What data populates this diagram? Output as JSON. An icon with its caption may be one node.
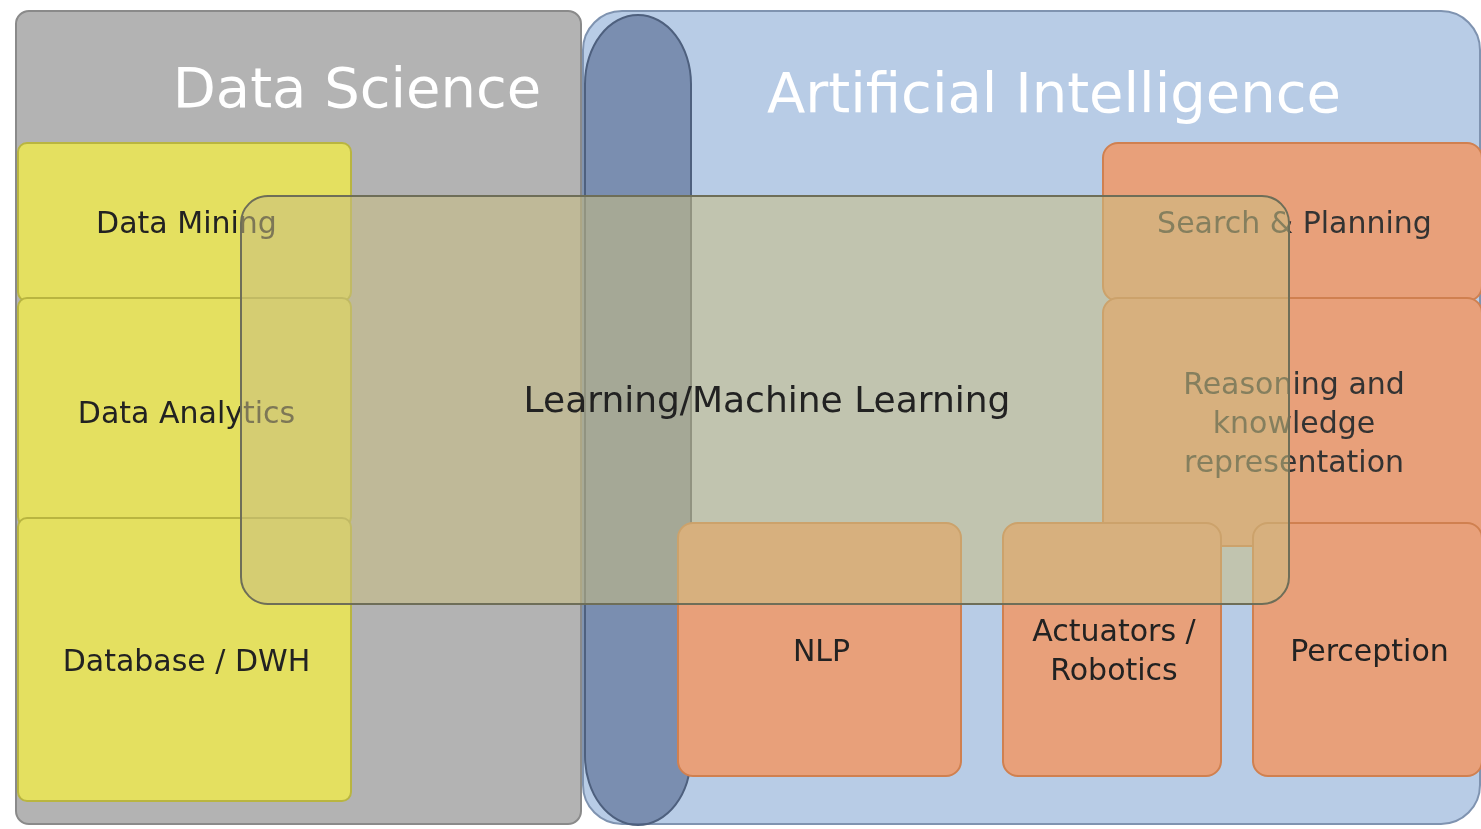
{
  "diagram": {
    "nodes": [
      {
        "text": [
          "Data Science"
        ]
      },
      {
        "text": [
          "Artificial Intelligence"
        ]
      },
      {
        "text": [
          "Data Mining"
        ],
        "in": 0
      },
      {
        "text": [
          "Data Analytics"
        ],
        "in": 0
      },
      {
        "text": [
          "Database / DWH"
        ],
        "in": 0
      },
      {
        "text": [
          "Search & Planning"
        ],
        "in": 1
      },
      {
        "text": [
          "Reasoning and knowledge representation"
        ],
        "in": 1
      },
      {
        "text": [
          "NLP"
        ],
        "in": 1
      },
      {
        "text": [
          "Actuators / Robotics"
        ],
        "in": 1
      },
      {
        "text": [
          "Perception"
        ],
        "in": 1
      },
      {
        "text": [
          "Learning/Machine Learning"
        ]
      },
      {
        "text": [],
        "shape": "band",
        "in": 1
      }
    ],
    "edges": []
  }
}
